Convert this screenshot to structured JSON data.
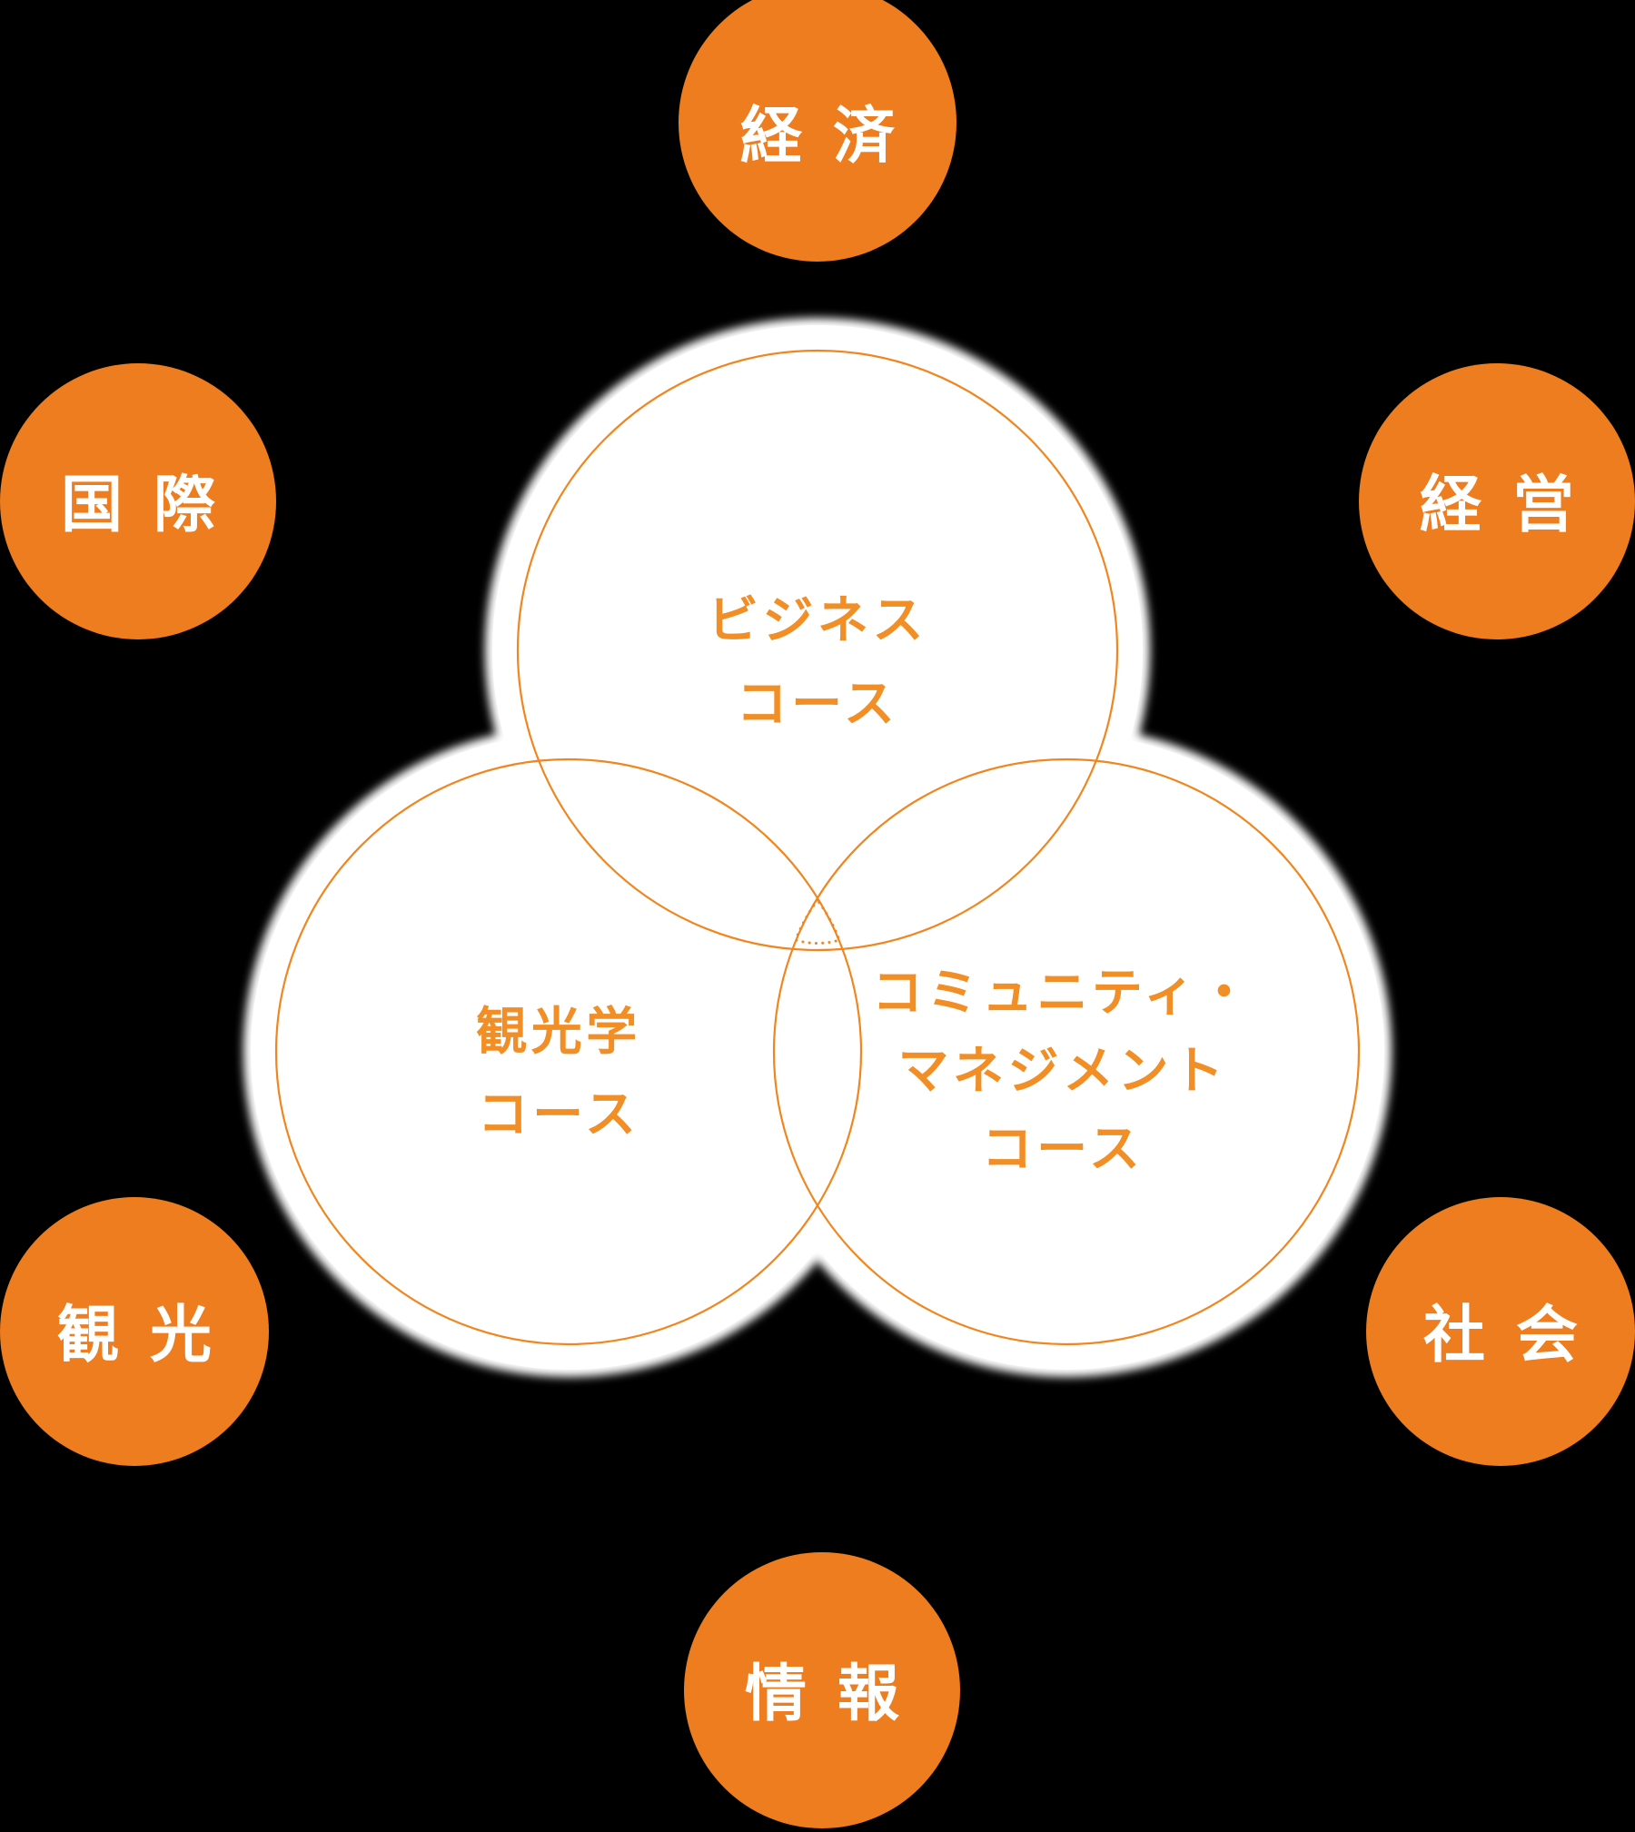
{
  "diagram": {
    "type": "three-circle-venn-with-satellites",
    "background_color": "#000000",
    "colors": {
      "satellite_disc": "#ED7D1E",
      "circle_outline": "#F0861F",
      "course_text": "#F18E26",
      "satellite_text": "#FFFFFF",
      "venn_fill": "#FFFFFF"
    },
    "venn_courses": [
      {
        "id": "business",
        "position": "top",
        "lines": [
          "ビジネス",
          "コース"
        ]
      },
      {
        "id": "tourism-studies",
        "position": "bottom-left",
        "lines": [
          "観光学",
          "コース"
        ]
      },
      {
        "id": "community-management",
        "position": "bottom-right",
        "lines": [
          "コミュニティ・",
          "マネジメント",
          "コース"
        ]
      }
    ],
    "satellites": [
      {
        "id": "economics",
        "position": "top",
        "label": "経済"
      },
      {
        "id": "international",
        "position": "upper-left",
        "label": "国際"
      },
      {
        "id": "management",
        "position": "upper-right",
        "label": "経営"
      },
      {
        "id": "tourism",
        "position": "lower-left",
        "label": "観光"
      },
      {
        "id": "society",
        "position": "lower-right",
        "label": "社会"
      },
      {
        "id": "information",
        "position": "bottom",
        "label": "情報"
      }
    ]
  }
}
